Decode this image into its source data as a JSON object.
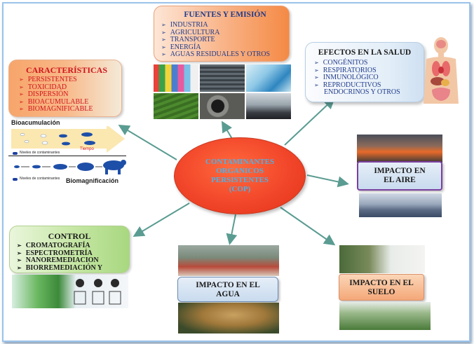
{
  "center": {
    "lines": [
      "CONTAMINANTES",
      "ORGANICOS",
      "PERSISTENTES",
      "(COP)"
    ]
  },
  "fuentes": {
    "title": "FUENTES Y EMISIÓN",
    "items": [
      "INDUSTRIA",
      "AGRICULTURA",
      "TRANSPORTE",
      "ENERGÍA",
      "AGUAS RESIDUALES Y OTROS"
    ]
  },
  "caracteristicas": {
    "title": "CARACTERÍSTICAS",
    "items": [
      "PERSISTENTES",
      "TOXICIDAD",
      "DISPERSIÓN",
      "BIOACUMULABLE",
      "BIOMAGNIFICABLE"
    ]
  },
  "efectos": {
    "title": "EFECTOS EN LA SALUD",
    "items": [
      "CONGÉNITOS",
      "RESPIRATORIOS",
      "INMUNOLÓGICO",
      "REPRODUCTIVOS",
      "ENDOCRINOS Y OTROS"
    ]
  },
  "control": {
    "title": "CONTROL",
    "items": [
      "CROMATOGRAFÍA",
      "ESPECTROMETRÍA",
      "NANOREMEDIACION",
      "BIORREMEDIACIÓN Y"
    ]
  },
  "aire": {
    "lines": [
      "IMPACTO EN",
      "EL AIRE"
    ]
  },
  "agua": {
    "lines": [
      "IMPACTO EN EL",
      "AGUA"
    ]
  },
  "suelo": {
    "lines": [
      "IMPACTO EN EL",
      "SUELO"
    ]
  },
  "bio": {
    "bioacumulacion": "Bioacumulación",
    "tiempo": "Tiempo",
    "niveles1": "Niveles de contaminantes",
    "niveles2": "Niveles de contaminantes",
    "biomagnificacion": "Biomagnificación"
  },
  "colors": {
    "center": "#f2462a",
    "center_text": "#4db2e8",
    "orange": "#f79b4a",
    "arrow": "#5a9c92",
    "green": "#b8e08a",
    "title_navy": "#1f3a8a",
    "purple_border": "#7a3fa0"
  },
  "icons": [
    "arrow-bullet-icon",
    "human-anatomy-icon",
    "polar-bear-icon",
    "fish-icon",
    "arrow-icon"
  ]
}
